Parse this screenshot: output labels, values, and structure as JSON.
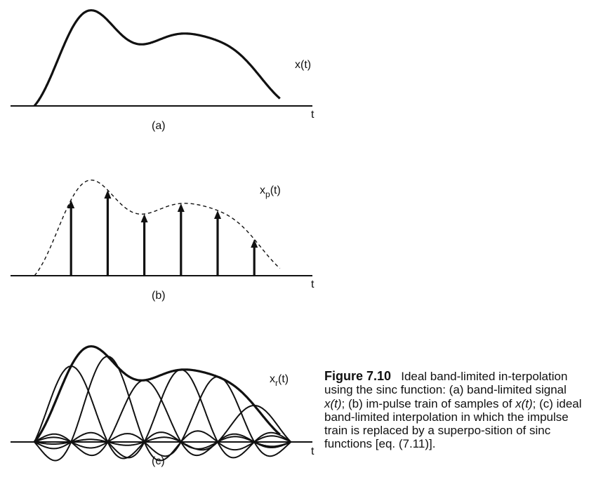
{
  "chart_data": {
    "type": "line",
    "panels": [
      {
        "id": "a",
        "label": "(a)",
        "signal_label": "x(t)",
        "axis_label": "t",
        "kind": "continuous"
      },
      {
        "id": "b",
        "label": "(b)",
        "signal_label": "x",
        "signal_sub": "p",
        "signal_suffix": "(t)",
        "axis_label": "t",
        "kind": "impulse-train"
      },
      {
        "id": "c",
        "label": "(c)",
        "signal_label": "x",
        "signal_sub": "r",
        "signal_suffix": "(t)",
        "axis_label": "t",
        "kind": "sinc-interpolation"
      }
    ],
    "sample_times": [
      0,
      1,
      2,
      3,
      4,
      5,
      6,
      7
    ],
    "sample_values": [
      0,
      1.08,
      1.22,
      0.88,
      1.03,
      0.93,
      0.52,
      0
    ]
  },
  "caption": {
    "figure_number": "Figure 7.10",
    "text_1": "Ideal band-limited in-terpolation using the sinc function: (a) band-limited signal ",
    "x_t_1": "x(t)",
    "text_2": "; (b) im-pulse train of samples of ",
    "x_t_2": "x(t)",
    "text_3": "; (c) ideal band-limited interpolation in which the impulse train is replaced by a superpo-sition of sinc functions [eq. (7.11)]."
  }
}
